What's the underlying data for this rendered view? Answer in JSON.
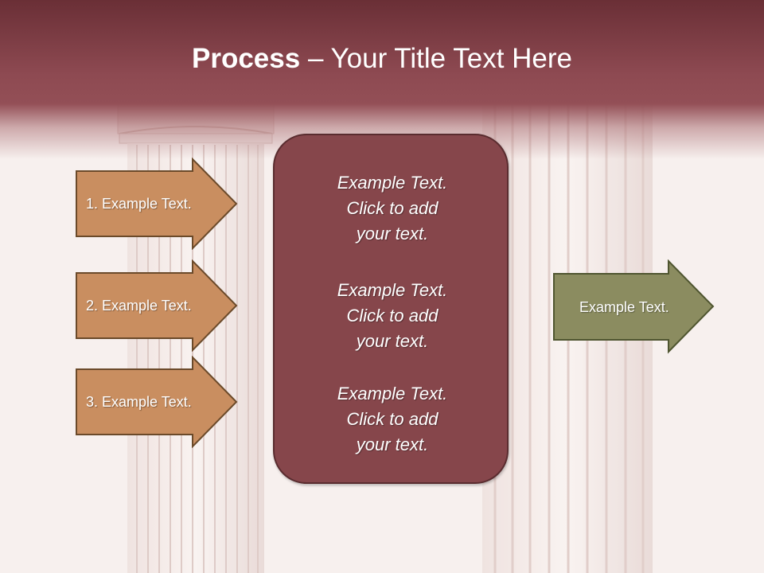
{
  "slide": {
    "title_bold": "Process",
    "title_rest": " – Your Title Text Here",
    "inputs": [
      {
        "label": "1. Example Text."
      },
      {
        "label": "2. Example Text."
      },
      {
        "label": "3. Example Text."
      }
    ],
    "center_blocks": [
      {
        "lines": [
          "Example Text.",
          "Click  to add",
          "your text."
        ]
      },
      {
        "lines": [
          "Example Text.",
          "Click  to add",
          "your text."
        ]
      },
      {
        "lines": [
          "Example Text.",
          "Click  to add",
          "your text."
        ]
      }
    ],
    "output": {
      "label": "Example Text."
    }
  },
  "colors": {
    "title_band": "#8e4a52",
    "input_arrow_fill": "#c98e60",
    "input_arrow_stroke": "#6b4a2a",
    "center_box_fill": "#86464b",
    "center_box_stroke": "#5a2c2f",
    "output_arrow_fill": "#8b8c60",
    "output_arrow_stroke": "#4f5530",
    "background": "#f7f0ee"
  }
}
